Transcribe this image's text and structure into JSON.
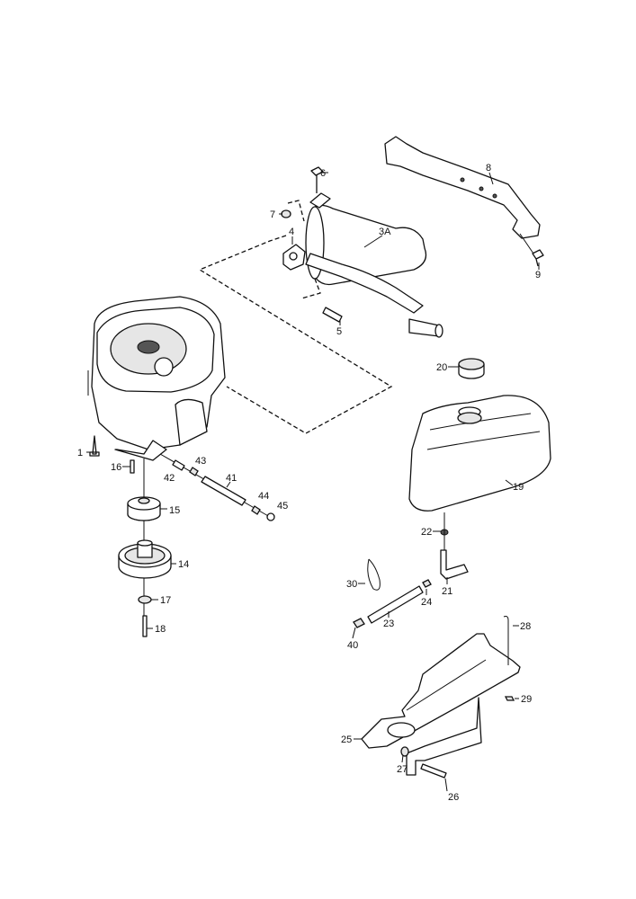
{
  "diagram": {
    "type": "exploded-parts-diagram",
    "part_labels": {
      "p1": "1",
      "p3A": "3A",
      "p4": "4",
      "p5": "5",
      "p6": "6",
      "p7": "7",
      "p8": "8",
      "p9": "9",
      "p14": "14",
      "p15": "15",
      "p16": "16",
      "p17": "17",
      "p18": "18",
      "p19": "19",
      "p20": "20",
      "p21": "21",
      "p22": "22",
      "p23": "23",
      "p24": "24",
      "p25": "25",
      "p26": "26",
      "p27": "27",
      "p28": "28",
      "p29": "29",
      "p30": "30",
      "p40": "40",
      "p41": "41",
      "p42": "42",
      "p43": "43",
      "p44": "44",
      "p45": "45"
    }
  }
}
